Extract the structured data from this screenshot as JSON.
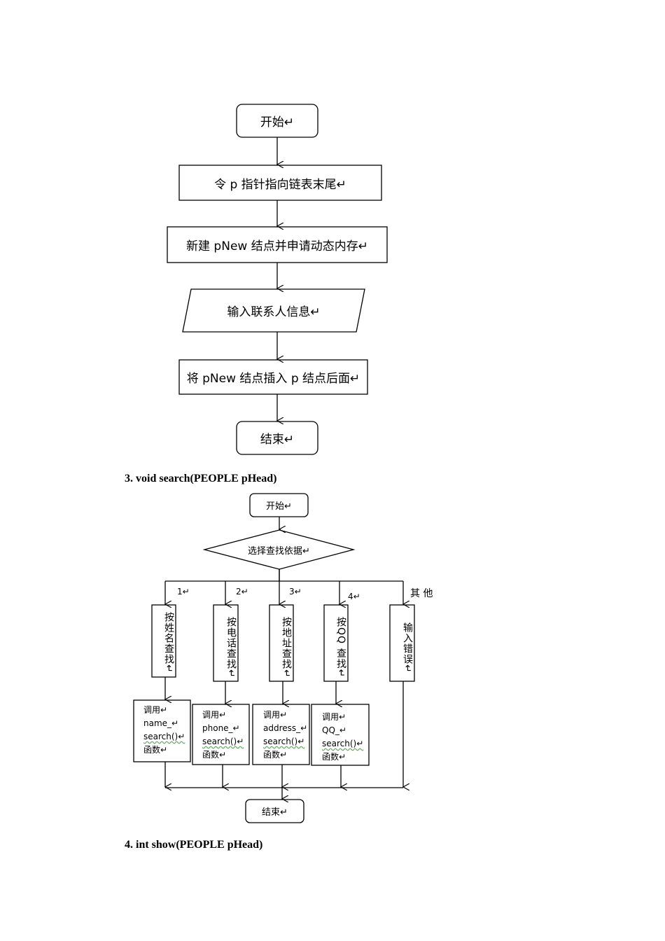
{
  "flowchart1": {
    "start": "开始↵",
    "step1": "令 p 指针指向链表末尾↵",
    "step2": "新建 pNew 结点并申请动态内存↵",
    "input": "输入联系人信息↵",
    "step3": "将 pNew 结点插入 p 结点后面↵",
    "end": "结束↵"
  },
  "heading3": "3. void search(PEOPLE pHead)",
  "flowchart2": {
    "start": "开始↵",
    "decision": "选择查找依据↵",
    "branch_labels": [
      "1↵",
      "2↵",
      "3↵",
      "4↵",
      "其 他"
    ],
    "branches": [
      "按姓名查找↵",
      "按电话查找↵",
      "按地址查找↵",
      "按QQ 查找↵",
      "输入错误↵"
    ],
    "calls": [
      [
        "调用↵",
        "name_↵",
        "search()↵",
        "函数↵"
      ],
      [
        "调用↵",
        "phone_↵",
        "search()↵",
        "函数↵"
      ],
      [
        "调用↵",
        "address_↵",
        "search()↵",
        "函数↵"
      ],
      [
        "调用↵",
        "QQ_↵",
        "search()↵",
        "函数↵"
      ]
    ],
    "end": "结束↵"
  },
  "heading4": "4. int show(PEOPLE pHead)"
}
